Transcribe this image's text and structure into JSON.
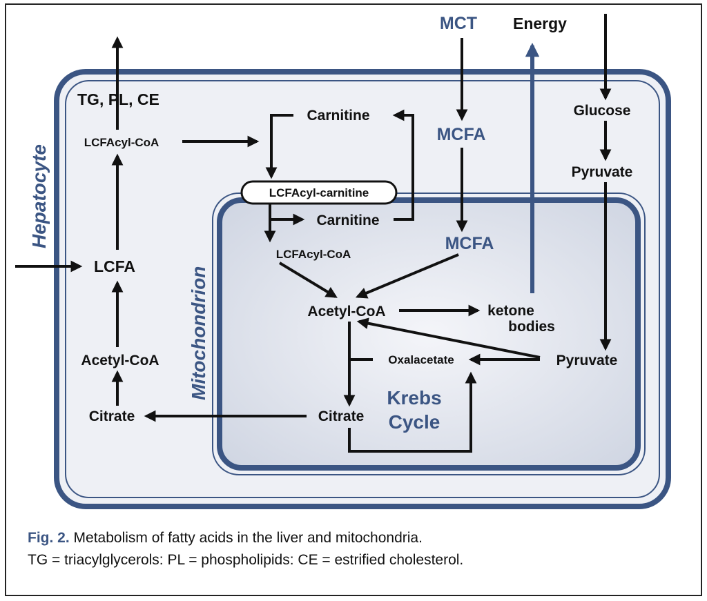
{
  "diagram": {
    "cell_label": "Hepatocyte",
    "mito_label": "Mitochondrion",
    "top_inputs": {
      "mct": "MCT",
      "energy": "Energy"
    },
    "cytosol": {
      "tg_pl_ce": "TG, PL, CE",
      "lcfacyl_coa": "LCFAcyl-CoA",
      "lcfa": "LCFA",
      "acetyl_coa": "Acetyl-CoA",
      "citrate": "Citrate",
      "carnitine": "Carnitine",
      "mcfa": "MCFA",
      "glucose": "Glucose",
      "pyruvate": "Pyruvate"
    },
    "shuttle": {
      "lcfacyl_carnitine": "LCFAcyl-carnitine"
    },
    "matrix": {
      "carnitine": "Carnitine",
      "lcfacyl_coa": "LCFAcyl-CoA",
      "mcfa": "MCFA",
      "acetyl_coa": "Acetyl-CoA",
      "ketone_line1": "ketone",
      "ketone_line2": "bodies",
      "oxalacetate": "Oxalacetate",
      "pyruvate": "Pyruvate",
      "citrate": "Citrate",
      "krebs_line1": "Krebs",
      "krebs_line2": "Cycle"
    }
  },
  "caption": {
    "fig_label": "Fig. 2.",
    "line1": " Metabolism of fatty acids in the liver and mitochondria.",
    "line2": "TG = triacylglycerols: PL = phospholipids: CE = estrified cholesterol."
  },
  "colors": {
    "accent_blue": "#3b5583",
    "cell_fill": "#eef0f5",
    "mito_fill": "#dde2ec",
    "arrow": "#111111"
  }
}
